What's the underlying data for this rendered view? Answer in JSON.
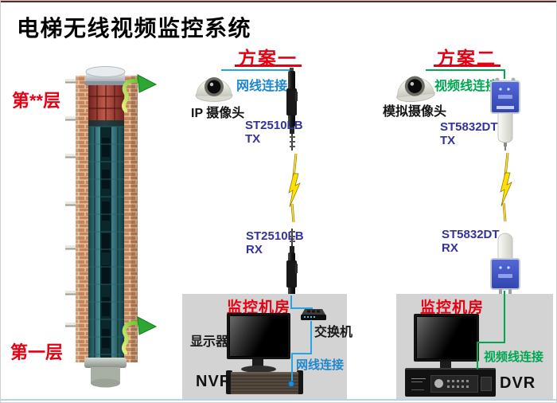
{
  "title": "电梯无线视频监控系统",
  "elevator": {
    "top_floor": "第**层",
    "bottom_floor": "第一层"
  },
  "schemes": [
    {
      "title": "方案一",
      "camera": "IP 摄像头",
      "cable": "网线连接",
      "tx_model": "ST2510LB",
      "tx_role": "TX",
      "rx_model": "ST2510LB",
      "rx_role": "RX",
      "room": {
        "title": "监控机房",
        "monitor": "显示器",
        "switch": "交换机",
        "cable": "网线连接",
        "recorder": "NVR"
      }
    },
    {
      "title": "方案二",
      "camera": "模拟摄像头",
      "cable": "视频线连接",
      "tx_model": "ST5832DT",
      "tx_role": "TX",
      "rx_model": "ST5832DT",
      "rx_role": "RX",
      "room": {
        "title": "监控机房",
        "cable": "视频线连接",
        "recorder": "DVR"
      }
    }
  ],
  "colors": {
    "accent_red": "#e60012",
    "network_cable_blue": "#25a5e5",
    "video_cable_green": "#00a651",
    "device_label_navy": "#333399",
    "room_background": "#d3d3d3",
    "lightning_yellow": "#ffe000"
  }
}
